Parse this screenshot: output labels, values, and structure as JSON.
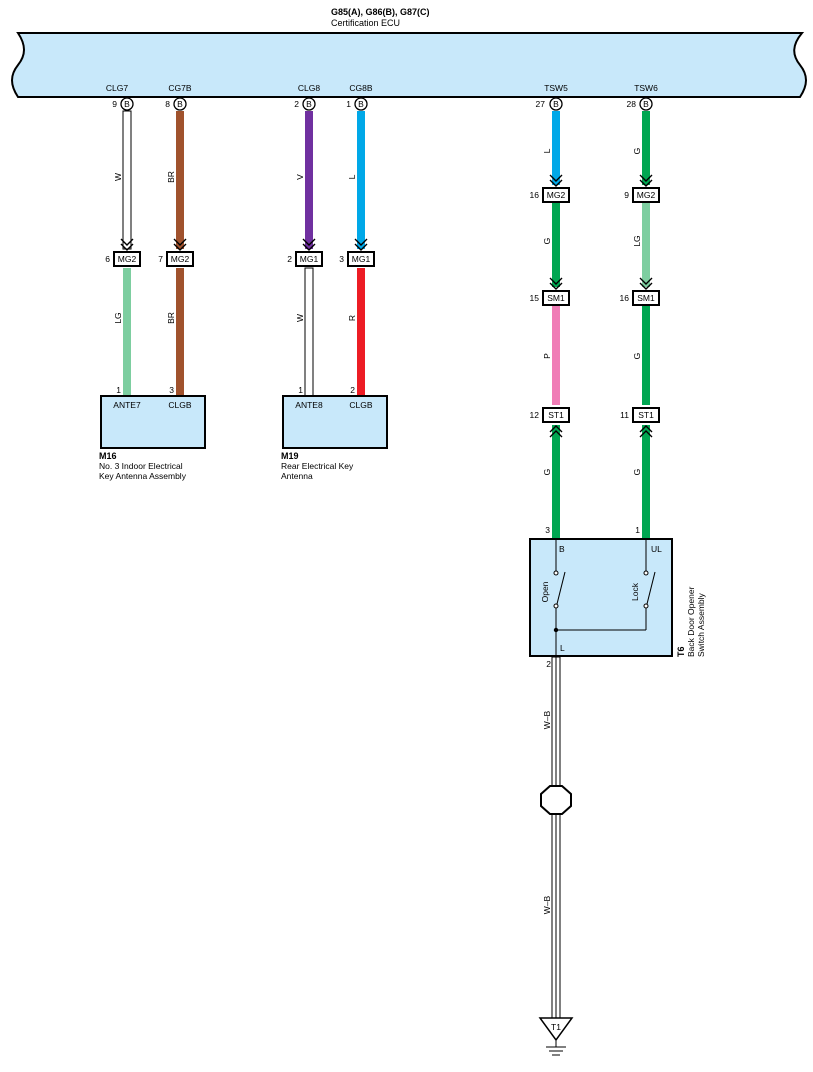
{
  "ecu": {
    "ids": "G85(A), G86(B), G87(C)",
    "name": "Certification ECU"
  },
  "colors": {
    "W": "#ffffff",
    "BR": "#a0522d",
    "V": "#7030a0",
    "L": "#00a8e8",
    "G": "#00a651",
    "LG": "#7dcea0",
    "R": "#ed1c24",
    "P": "#f07cb6",
    "body_fill": "#c8e8fa"
  },
  "ecu_pins": [
    {
      "name": "CLG7",
      "pin": "9",
      "conn": "B"
    },
    {
      "name": "CG7B",
      "pin": "8",
      "conn": "B"
    },
    {
      "name": "CLG8",
      "pin": "2",
      "conn": "B"
    },
    {
      "name": "CG8B",
      "pin": "1",
      "conn": "B"
    },
    {
      "name": "TSW5",
      "pin": "27",
      "conn": "B"
    },
    {
      "name": "TSW6",
      "pin": "28",
      "conn": "B"
    }
  ],
  "wire_labels": {
    "clg7_top": "W",
    "cg7b_top": "BR",
    "clg8_top": "V",
    "cg8b_top": "L",
    "tsw5_a": "L",
    "tsw6_a": "G",
    "tsw5_b": "G",
    "tsw6_b": "LG",
    "clg7_bot": "LG",
    "cg7b_bot": "BR",
    "clg8_bot": "W",
    "cg8b_bot": "R",
    "tsw5_c": "P",
    "tsw6_c": "G",
    "tsw5_d": "G",
    "tsw6_d": "G",
    "ground_a": "W–B",
    "ground_b": "W–B"
  },
  "junctions": {
    "mg2_a": {
      "pin": "6",
      "name": "MG2"
    },
    "mg2_b": {
      "pin": "7",
      "name": "MG2"
    },
    "mg1_a": {
      "pin": "2",
      "name": "MG1"
    },
    "mg1_b": {
      "pin": "3",
      "name": "MG1"
    },
    "mg2_c": {
      "pin": "16",
      "name": "MG2"
    },
    "mg2_d": {
      "pin": "9",
      "name": "MG2"
    },
    "sm1_a": {
      "pin": "15",
      "name": "SM1"
    },
    "sm1_b": {
      "pin": "16",
      "name": "SM1"
    },
    "st1_a": {
      "pin": "12",
      "name": "ST1"
    },
    "st1_b": {
      "pin": "11",
      "name": "ST1"
    }
  },
  "m16": {
    "pin_a": "1",
    "pin_b": "3",
    "term_a": "ANTE7",
    "term_b": "CLGB",
    "id": "M16",
    "desc1": "No.  3 Indoor Electrical",
    "desc2": "Key Antenna Assembly"
  },
  "m19": {
    "pin_a": "1",
    "pin_b": "2",
    "term_a": "ANTE8",
    "term_b": "CLGB",
    "id": "M19",
    "desc1": "Rear Electrical Key",
    "desc2": "Antenna"
  },
  "t6": {
    "pin_b": "3",
    "pin_ul": "1",
    "pin_l": "2",
    "term_b": "B",
    "term_ul": "UL",
    "term_l": "L",
    "sw_open": "Open",
    "sw_lock": "Lock",
    "id": "T6",
    "desc1": "Back Door Opener",
    "desc2": "Switch Assembly"
  },
  "ground": {
    "id": "T1"
  }
}
